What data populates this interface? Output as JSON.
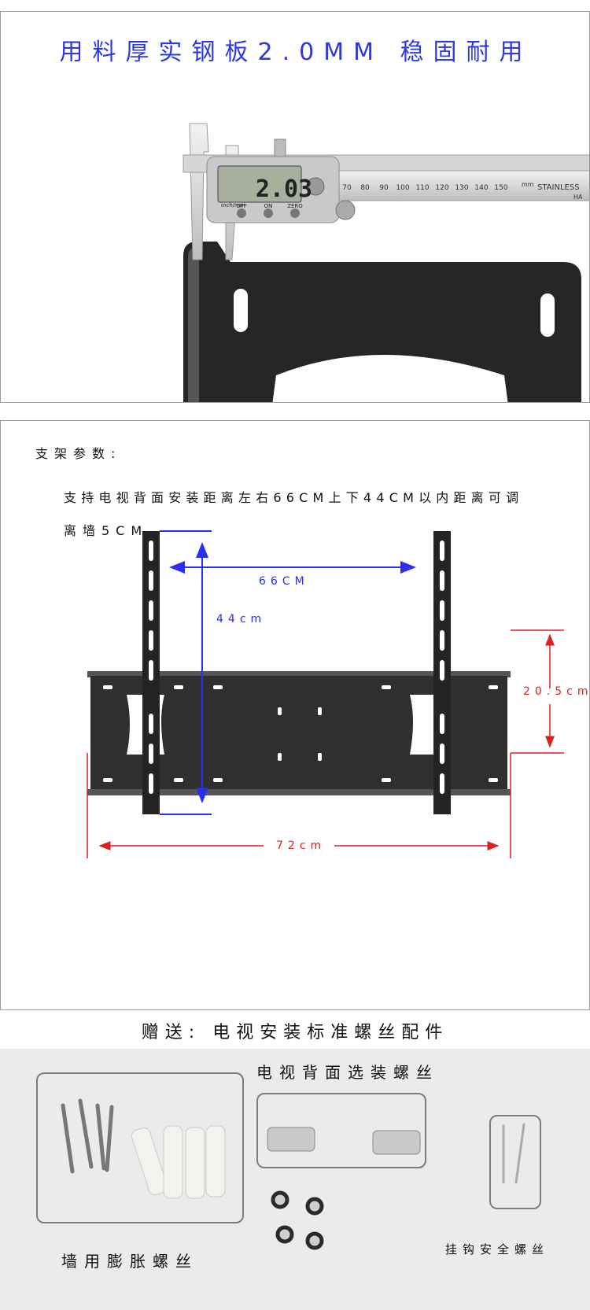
{
  "banner": {
    "title": "用料厚实钢板2.0MM 稳固耐用"
  },
  "caliper": {
    "reading": "2.03",
    "unit_label": "inch/mm",
    "buttons": [
      "OFF",
      "ON",
      "ZERO"
    ],
    "scale_marks": [
      "70",
      "80",
      "90",
      "100",
      "110",
      "120",
      "130",
      "140",
      "150"
    ],
    "mm_label": "mm",
    "brand_text": "STAINLESS",
    "brand_text2": "HA"
  },
  "params": {
    "heading": "支架参数:",
    "line1": "支持电视背面安装距离左右66CM上下44CM以内距离可调",
    "line2": "离墙5CM"
  },
  "dimensions": {
    "horizontal_spacing": "66CM",
    "vertical_spacing": "44cm",
    "height": "20.5cm",
    "width": "72cm"
  },
  "gifts": {
    "title": "赠送: 电视安装标准螺丝配件",
    "tv_back_screws": "电视背面选装螺丝",
    "wall_anchor_screws": "墙用膨胀螺丝",
    "safety_hook_screws": "挂钩安全螺丝"
  },
  "colors": {
    "banner_blue": "#2c37e6",
    "dimension_blue": "#2b2ef0",
    "dimension_red": "#e02020",
    "steel_black": "#2b2b2b"
  }
}
